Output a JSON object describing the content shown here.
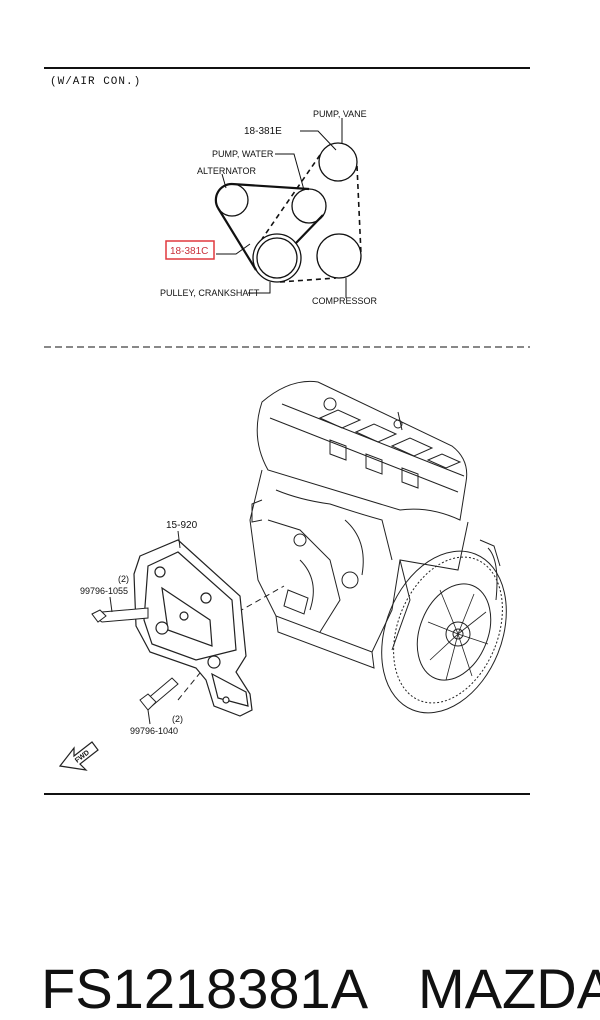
{
  "header_note": "(W/AIR CON.)",
  "belt_layout": {
    "labels": {
      "pump_vane": "PUMP, VANE",
      "part_belt_e": "18-381E",
      "pump_water": "PUMP, WATER",
      "alternator": "ALTERNATOR",
      "part_belt_c": "18-381C",
      "pulley_crankshaft": "PULLEY, CRANKSHAFT",
      "compressor": "COMPRESSOR"
    },
    "highlight_color": "#e0393e"
  },
  "engine_view": {
    "labels": {
      "bracket": "15-920",
      "bolt_top_part": "99796-1055",
      "bolt_top_qty": "(2)",
      "bolt_bottom_part": "99796-1040",
      "bolt_bottom_qty": "(2)",
      "fwd": "FWD"
    }
  },
  "footer": {
    "part_number": "FS1218381A",
    "brand": "MAZDA"
  }
}
